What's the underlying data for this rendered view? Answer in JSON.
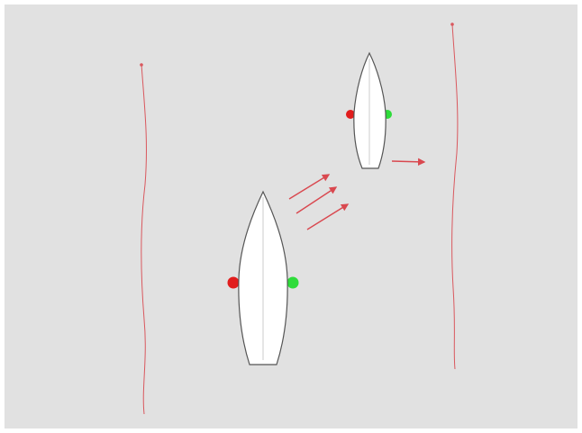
{
  "diagram": {
    "colors": {
      "background": "#e1e1e1",
      "border": "#ffffff",
      "hull_fill": "#ffffff",
      "hull_stroke": "#555555",
      "centerline": "#cccccc",
      "port_light": "#e11d1d",
      "starboard_light": "#2edc3a",
      "arrow": "#d9484f",
      "boundary": "#d9585e"
    },
    "elements": {
      "boats": [
        "large-boat",
        "small-boat"
      ],
      "lights": [
        "port-light-red",
        "starboard-light-green"
      ],
      "arrows": [
        "wind-arrow",
        "wind-arrow",
        "wind-arrow",
        "drift-arrow"
      ],
      "boundaries": [
        "left-boundary-line",
        "right-boundary-line"
      ]
    }
  }
}
